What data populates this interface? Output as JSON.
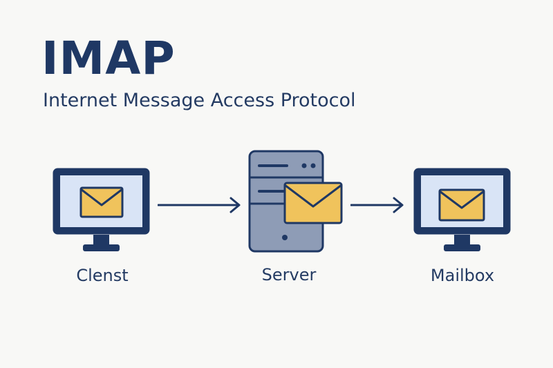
{
  "title": "IMAP",
  "subtitle": "Internet Message Access Protocol",
  "nodes": [
    {
      "label": "Clenst",
      "icon": "monitor-icon"
    },
    {
      "label": "Server",
      "icon": "server-icon"
    },
    {
      "label": "Mailbox",
      "icon": "monitor-icon"
    }
  ],
  "colors": {
    "navy": "#1f3864",
    "text": "#243b63",
    "screen": "#d9e4f6",
    "envelope": "#f0c35c",
    "server": "#8e9cb6",
    "background": "#f8f8f6"
  }
}
